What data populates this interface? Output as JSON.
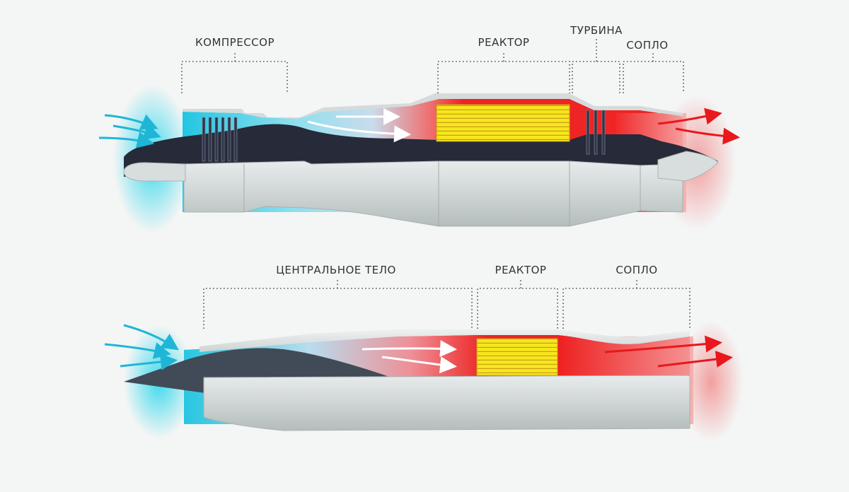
{
  "engines": [
    {
      "id": "turbojet",
      "labels": {
        "compressor": "КОМПРЕССОР",
        "reactor": "РЕАКТОР",
        "turbine": "ТУРБИНА",
        "nozzle": "СОПЛО"
      }
    },
    {
      "id": "ramjet",
      "labels": {
        "central_body": "ЦЕНТРАЛЬНОЕ ТЕЛО",
        "reactor": "РЕАКТОР",
        "nozzle": "СОПЛО"
      }
    }
  ],
  "colors": {
    "intake": "#29c4e0",
    "exhaust": "#ee2020",
    "reactor_core": "#f7e61e",
    "reactor_lines": "#d6a91a",
    "casing": "#dfe3e3",
    "dark_core": "#232838",
    "body": "#c9cfcf"
  }
}
